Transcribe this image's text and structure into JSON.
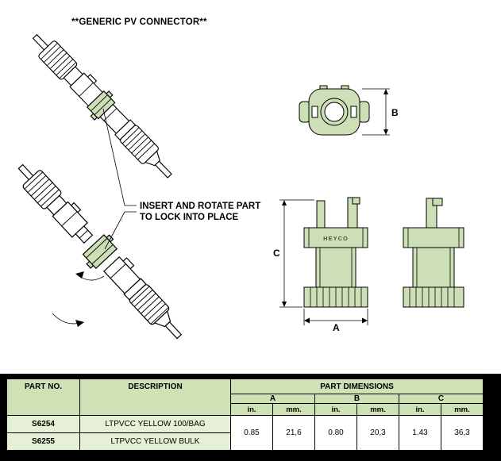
{
  "title": "**GENERIC PV CONNECTOR**",
  "annotation": {
    "line1": "INSERT AND ROTATE PART",
    "line2": "TO LOCK INTO PLACE"
  },
  "views": {
    "brand_label": "HEYCO",
    "dim_a_label": "A",
    "dim_b_label": "B",
    "dim_c_label": "C"
  },
  "table": {
    "headers": {
      "part_no": "PART NO.",
      "description": "DESCRIPTION",
      "part_dimensions": "PART DIMENSIONS",
      "dims": [
        "A",
        "B",
        "C"
      ],
      "units": [
        "in.",
        "mm.",
        "in.",
        "mm.",
        "in.",
        "mm."
      ]
    },
    "rows": [
      {
        "part_no": "S6254",
        "description": "LTPVCC YELLOW 100/BAG"
      },
      {
        "part_no": "S6255",
        "description": "LTPVCC YELLOW BULK"
      }
    ],
    "dimensions": {
      "a_in": "0.85",
      "a_mm": "21,6",
      "b_in": "0.80",
      "b_mm": "20,3",
      "c_in": "1.43",
      "c_mm": "36,3"
    }
  },
  "colors": {
    "part_green": "#cddfb6",
    "table_header_green": "#cfe2b6",
    "table_row_green": "#e6f0d6",
    "dim_line_black": "#000000"
  }
}
